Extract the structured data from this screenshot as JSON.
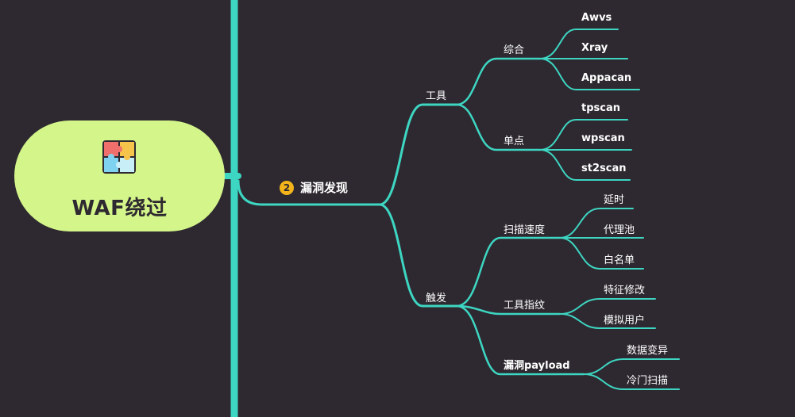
{
  "root": {
    "title": "WAF绕过",
    "icon": "puzzle-icon"
  },
  "branch": {
    "badge": "2",
    "label": "漏洞发现"
  },
  "tools": {
    "label": "工具",
    "comprehensive": {
      "label": "综合",
      "items": [
        "Awvs",
        "Xray",
        "Appacan"
      ]
    },
    "single": {
      "label": "单点",
      "items": [
        "tpscan",
        "wpscan",
        "st2scan"
      ]
    }
  },
  "trigger": {
    "label": "触发",
    "scan_speed": {
      "label": "扫描速度",
      "items": [
        "延时",
        "代理池",
        "白名单"
      ]
    },
    "tool_fingerprint": {
      "label": "工具指纹",
      "items": [
        "特征修改",
        "模拟用户"
      ]
    },
    "vuln_payload": {
      "label": "漏洞payload",
      "items": [
        "数据变异",
        "冷门扫描"
      ]
    }
  },
  "colors": {
    "line": "#3dd6c2",
    "root_bg": "#d4f58a",
    "background": "#2e2930",
    "badge": "#f2b41a"
  }
}
